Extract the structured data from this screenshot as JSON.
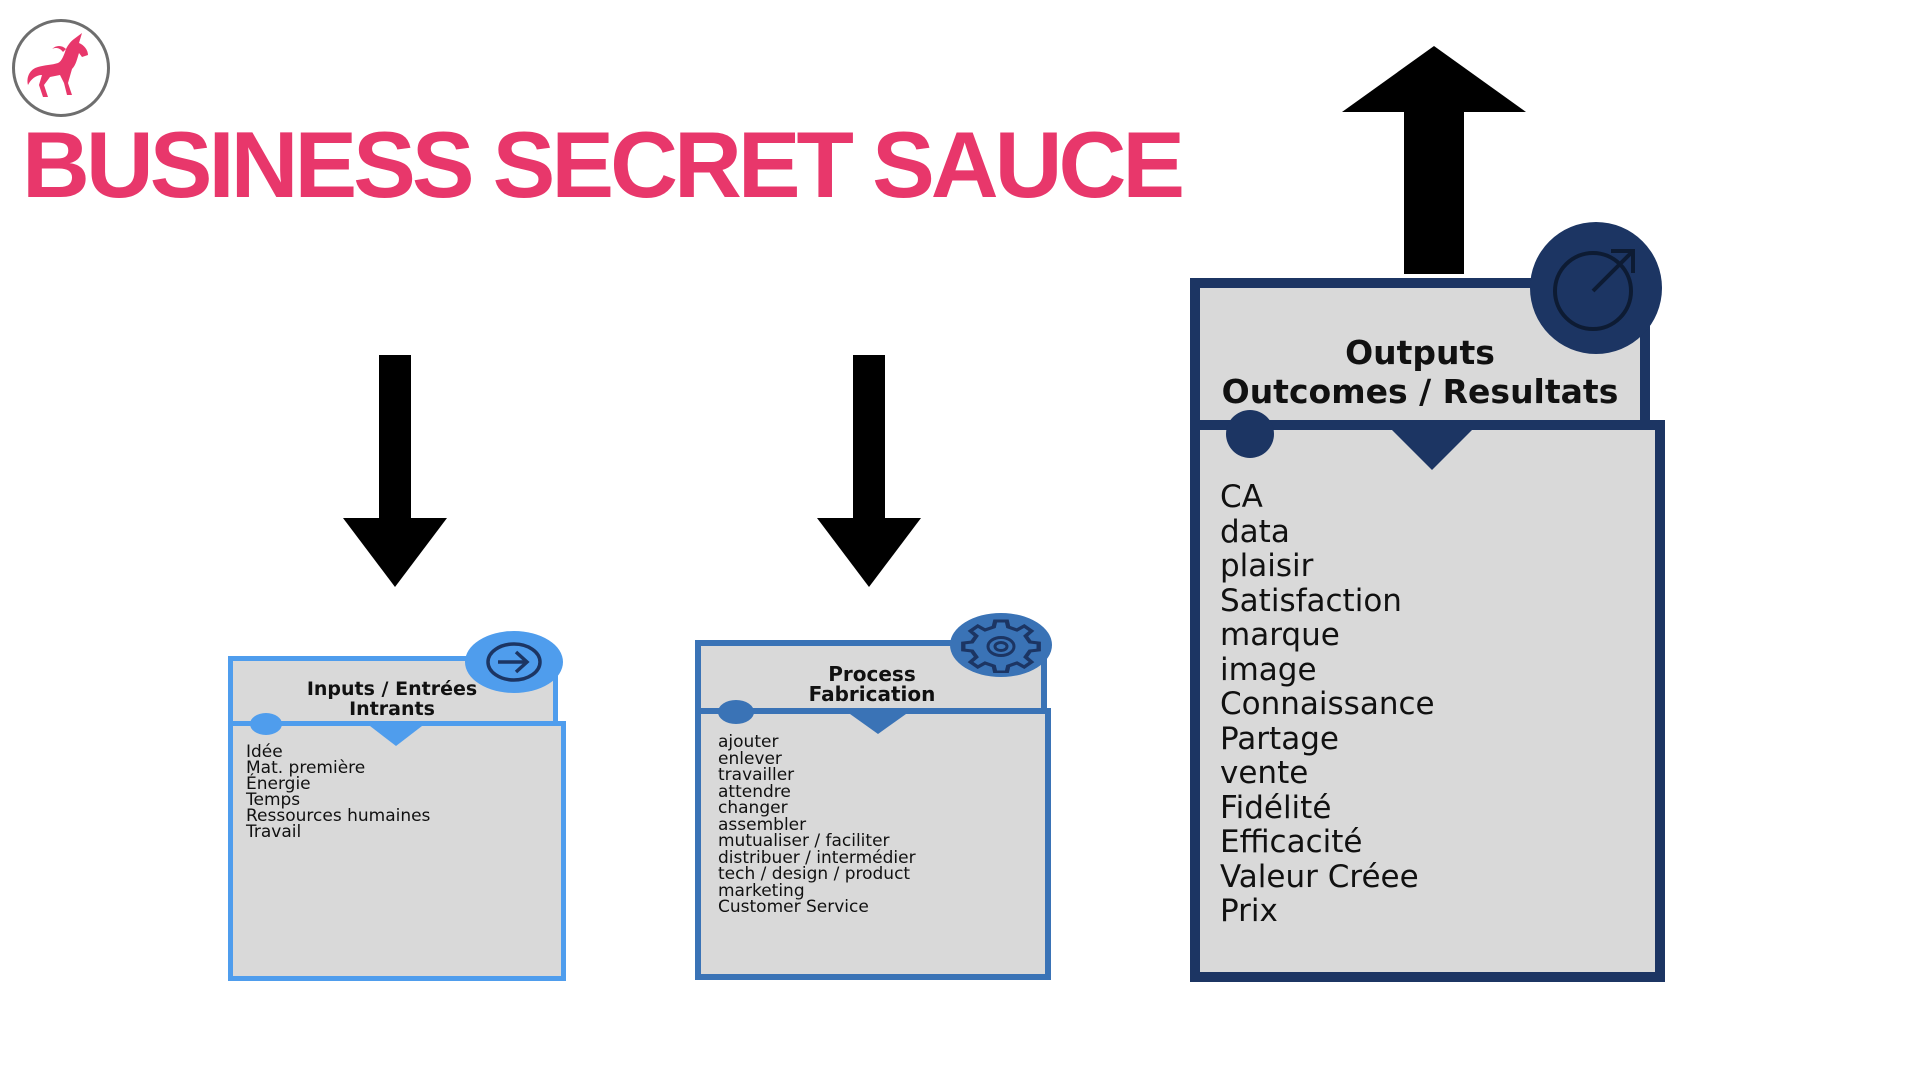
{
  "title": "BUSINESS SECRET SAUCE",
  "colors": {
    "brand_pink": "#e8376b",
    "inputs_blue": "#4f9ded",
    "process_blue": "#3a73b6",
    "outputs_navy": "#1c3563",
    "card_fill": "#d9d9d9",
    "arrow": "#000000"
  },
  "logo": {
    "icon": "unicorn-icon"
  },
  "inputs": {
    "heading": [
      "Inputs / Entrées",
      "Intrants"
    ],
    "icon": "arrow-enter-icon",
    "items": [
      "Idée",
      "Mat. première",
      "Énergie",
      "Temps",
      "Ressources humaines",
      "Travail"
    ]
  },
  "process": {
    "heading": [
      "Process",
      "Fabrication"
    ],
    "icon": "gear-icon",
    "items": [
      "ajouter",
      "enlever",
      "travailler",
      "attendre",
      "changer",
      "assembler",
      "mutualiser / faciliter",
      "distribuer / intermédier",
      "tech / design / product",
      "marketing",
      "Customer Service"
    ]
  },
  "outputs": {
    "heading": [
      "Outputs",
      "Outcomes / Resultats"
    ],
    "icon": "target-arrow-icon",
    "items": [
      "CA",
      "data",
      "plaisir",
      "Satisfaction",
      "marque",
      "image",
      "Connaissance",
      "Partage",
      "vente",
      "Fidélité",
      "Efficacité",
      "Valeur Créee",
      "Prix"
    ]
  }
}
